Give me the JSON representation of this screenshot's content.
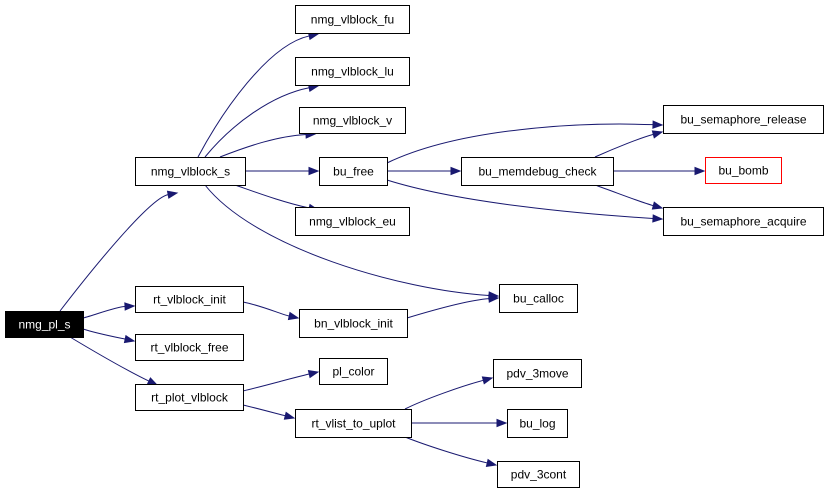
{
  "diagram": {
    "colors": {
      "edge": "#191970",
      "node_border": "#000000",
      "node_fill": "#ffffff",
      "root_fill": "#000000",
      "root_text": "#ffffff",
      "highlight_border": "#ff0000"
    },
    "nodes": [
      {
        "id": "nmg_pl_s",
        "label": "nmg_pl_s",
        "style": "root"
      },
      {
        "id": "nmg_vlblock_s",
        "label": "nmg_vlblock_s",
        "style": "normal"
      },
      {
        "id": "rt_vlblock_init",
        "label": "rt_vlblock_init",
        "style": "normal"
      },
      {
        "id": "rt_vlblock_free",
        "label": "rt_vlblock_free",
        "style": "normal"
      },
      {
        "id": "rt_plot_vlblock",
        "label": "rt_plot_vlblock",
        "style": "normal"
      },
      {
        "id": "nmg_vlblock_fu",
        "label": "nmg_vlblock_fu",
        "style": "normal"
      },
      {
        "id": "nmg_vlblock_lu",
        "label": "nmg_vlblock_lu",
        "style": "normal"
      },
      {
        "id": "nmg_vlblock_v",
        "label": "nmg_vlblock_v",
        "style": "normal"
      },
      {
        "id": "bu_free",
        "label": "bu_free",
        "style": "normal"
      },
      {
        "id": "nmg_vlblock_eu",
        "label": "nmg_vlblock_eu",
        "style": "normal"
      },
      {
        "id": "bn_vlblock_init",
        "label": "bn_vlblock_init",
        "style": "normal"
      },
      {
        "id": "pl_color",
        "label": "pl_color",
        "style": "normal"
      },
      {
        "id": "rt_vlist_to_uplot",
        "label": "rt_vlist_to_uplot",
        "style": "normal"
      },
      {
        "id": "bu_memdebug_check",
        "label": "bu_memdebug_check",
        "style": "normal"
      },
      {
        "id": "bu_calloc",
        "label": "bu_calloc",
        "style": "normal"
      },
      {
        "id": "pdv_3move",
        "label": "pdv_3move",
        "style": "normal"
      },
      {
        "id": "bu_log",
        "label": "bu_log",
        "style": "normal"
      },
      {
        "id": "pdv_3cont",
        "label": "pdv_3cont",
        "style": "normal"
      },
      {
        "id": "bu_semaphore_release",
        "label": "bu_semaphore_release",
        "style": "normal"
      },
      {
        "id": "bu_bomb",
        "label": "bu_bomb",
        "style": "highlight"
      },
      {
        "id": "bu_semaphore_acquire",
        "label": "bu_semaphore_acquire",
        "style": "normal"
      }
    ],
    "edges": [
      {
        "from": "nmg_pl_s",
        "to": "nmg_vlblock_s"
      },
      {
        "from": "nmg_pl_s",
        "to": "rt_vlblock_init"
      },
      {
        "from": "nmg_pl_s",
        "to": "rt_vlblock_free"
      },
      {
        "from": "nmg_pl_s",
        "to": "rt_plot_vlblock"
      },
      {
        "from": "nmg_vlblock_s",
        "to": "nmg_vlblock_fu"
      },
      {
        "from": "nmg_vlblock_s",
        "to": "nmg_vlblock_lu"
      },
      {
        "from": "nmg_vlblock_s",
        "to": "nmg_vlblock_v"
      },
      {
        "from": "nmg_vlblock_s",
        "to": "bu_free"
      },
      {
        "from": "nmg_vlblock_s",
        "to": "nmg_vlblock_eu"
      },
      {
        "from": "nmg_vlblock_s",
        "to": "bu_calloc"
      },
      {
        "from": "bu_free",
        "to": "bu_semaphore_release"
      },
      {
        "from": "bu_free",
        "to": "bu_memdebug_check"
      },
      {
        "from": "bu_free",
        "to": "bu_semaphore_acquire"
      },
      {
        "from": "bu_memdebug_check",
        "to": "bu_semaphore_release"
      },
      {
        "from": "bu_memdebug_check",
        "to": "bu_bomb"
      },
      {
        "from": "bu_memdebug_check",
        "to": "bu_semaphore_acquire"
      },
      {
        "from": "rt_vlblock_init",
        "to": "bn_vlblock_init"
      },
      {
        "from": "bn_vlblock_init",
        "to": "bu_calloc"
      },
      {
        "from": "rt_plot_vlblock",
        "to": "pl_color"
      },
      {
        "from": "rt_plot_vlblock",
        "to": "rt_vlist_to_uplot"
      },
      {
        "from": "rt_vlist_to_uplot",
        "to": "pdv_3move"
      },
      {
        "from": "rt_vlist_to_uplot",
        "to": "bu_log"
      },
      {
        "from": "rt_vlist_to_uplot",
        "to": "pdv_3cont"
      }
    ]
  }
}
